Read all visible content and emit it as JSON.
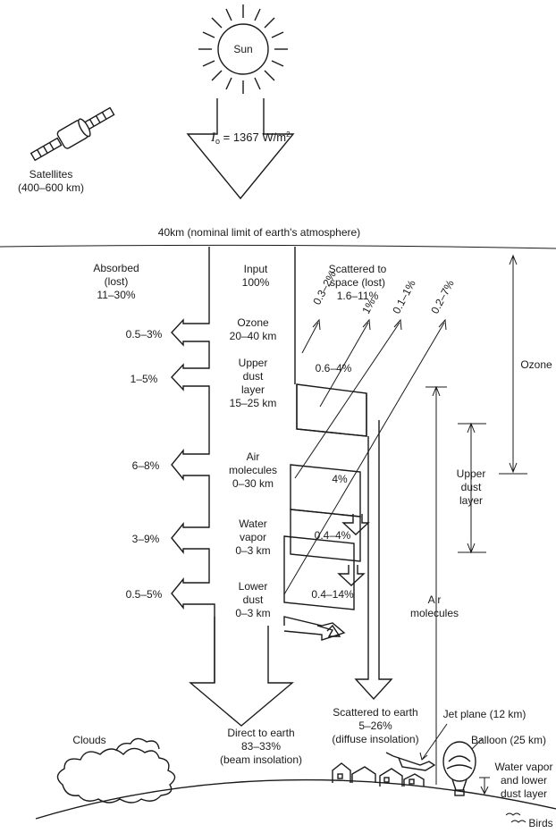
{
  "sun": {
    "label": "Sun"
  },
  "irradiance": {
    "symbol": "I",
    "subscript": "o",
    "value": " = 1367 W/m",
    "superscript": "2"
  },
  "satellites": {
    "line1": "Satellites",
    "line2": "(400–600 km)"
  },
  "atmosphere_limit": "40km (nominal limit of earth's atmosphere)",
  "absorbed_header": [
    "Absorbed",
    "(lost)",
    "11–30%"
  ],
  "input_header": [
    "Input",
    "100%"
  ],
  "scattered_space_header": [
    "Scattered to",
    "space (lost)",
    "1.6–11%"
  ],
  "layers": [
    {
      "name": [
        "Ozone",
        "20–40 km"
      ],
      "absorbed": "0.5–3%"
    },
    {
      "name": [
        "Upper",
        "dust",
        "layer",
        "15–25 km"
      ],
      "absorbed": "1–5%"
    },
    {
      "name": [
        "Air",
        "molecules",
        "0–30 km"
      ],
      "absorbed": "6–8%"
    },
    {
      "name": [
        "Water",
        "vapor",
        "0–3 km"
      ],
      "absorbed": "3–9%"
    },
    {
      "name": [
        "Lower",
        "dust",
        "0–3 km"
      ],
      "absorbed": "0.5–5%"
    }
  ],
  "scatter_to_space": [
    "0.3–2%",
    "1%",
    "0.1–1%",
    "0.2–7%"
  ],
  "scatter_percents": [
    "0.6–4%",
    "4%",
    "0.4–4%",
    "0.4–14%"
  ],
  "direct_to_earth": [
    "Direct to earth",
    "83–33%",
    "(beam insolation)"
  ],
  "scattered_to_earth": [
    "Scattered to earth",
    "5–26%",
    "(diffuse insolation)"
  ],
  "altitude_ranges": {
    "ozone": "Ozone",
    "upper_dust": [
      "Upper",
      "dust",
      "layer"
    ],
    "air_molecules": [
      "Air",
      "molecules"
    ]
  },
  "ground_labels": {
    "clouds": "Clouds",
    "jet_plane": "Jet plane (12 km)",
    "balloon": "Balloon (25 km)",
    "water_vapor": [
      "Water vapor",
      "and lower",
      "dust layer"
    ],
    "birds": "Birds"
  }
}
